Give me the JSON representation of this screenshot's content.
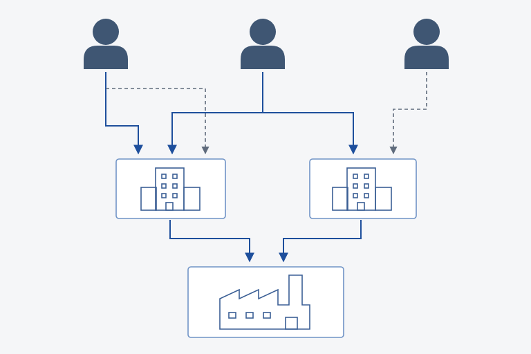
{
  "diagram": {
    "nodes": [
      {
        "id": "person-left",
        "kind": "person",
        "icon": "person-icon"
      },
      {
        "id": "person-center",
        "kind": "person",
        "icon": "person-icon"
      },
      {
        "id": "person-right",
        "kind": "person",
        "icon": "person-icon"
      },
      {
        "id": "office-left",
        "kind": "office-building",
        "icon": "office-building-icon"
      },
      {
        "id": "office-right",
        "kind": "office-building",
        "icon": "office-building-icon"
      },
      {
        "id": "factory",
        "kind": "factory",
        "icon": "factory-icon"
      }
    ],
    "edges": [
      {
        "from": "person-left",
        "to": "office-left",
        "style": "solid"
      },
      {
        "from": "person-left",
        "to": "office-left",
        "style": "dashed"
      },
      {
        "from": "person-center",
        "to": "office-left",
        "style": "solid"
      },
      {
        "from": "person-center",
        "to": "office-right",
        "style": "solid"
      },
      {
        "from": "person-right",
        "to": "office-right",
        "style": "dashed"
      },
      {
        "from": "office-left",
        "to": "factory",
        "style": "solid"
      },
      {
        "from": "office-right",
        "to": "factory",
        "style": "solid"
      }
    ]
  },
  "colors": {
    "background": "#f5f6f8",
    "person": "#3f5673",
    "solid_connector": "#1e4f9c",
    "dashed_connector": "#5f6b7c",
    "box_border": "#6f93c6",
    "icon_stroke": "#3b5f95"
  }
}
